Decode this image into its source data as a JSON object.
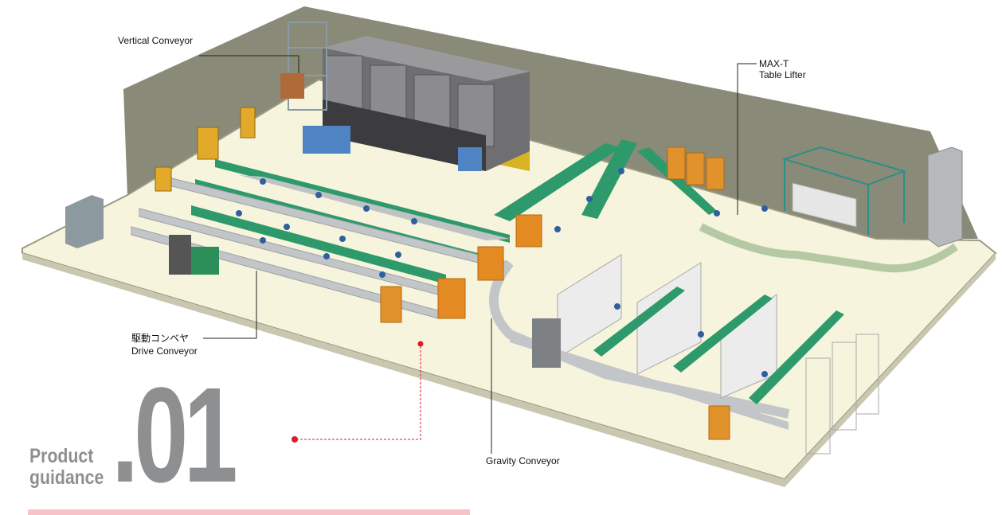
{
  "labels": {
    "vertical_conveyor": "Vertical Conveyor",
    "max_t_line1": "MAX-T",
    "max_t_line2": "Table Lifter",
    "drive_conveyor_jp": "駆動コンベヤ",
    "drive_conveyor_en": "Drive Conveyor",
    "gravity_conveyor": "Gravity Conveyor"
  },
  "heading": {
    "line1": "Product",
    "line2": "guidance",
    "number": ".01"
  },
  "colors": {
    "wall": "#8a8a78",
    "floor": "#f6f4dc",
    "conveyor_green": "#2e9a6c",
    "accent_red": "#d81e2c",
    "heading_gray": "#8e8f91"
  }
}
